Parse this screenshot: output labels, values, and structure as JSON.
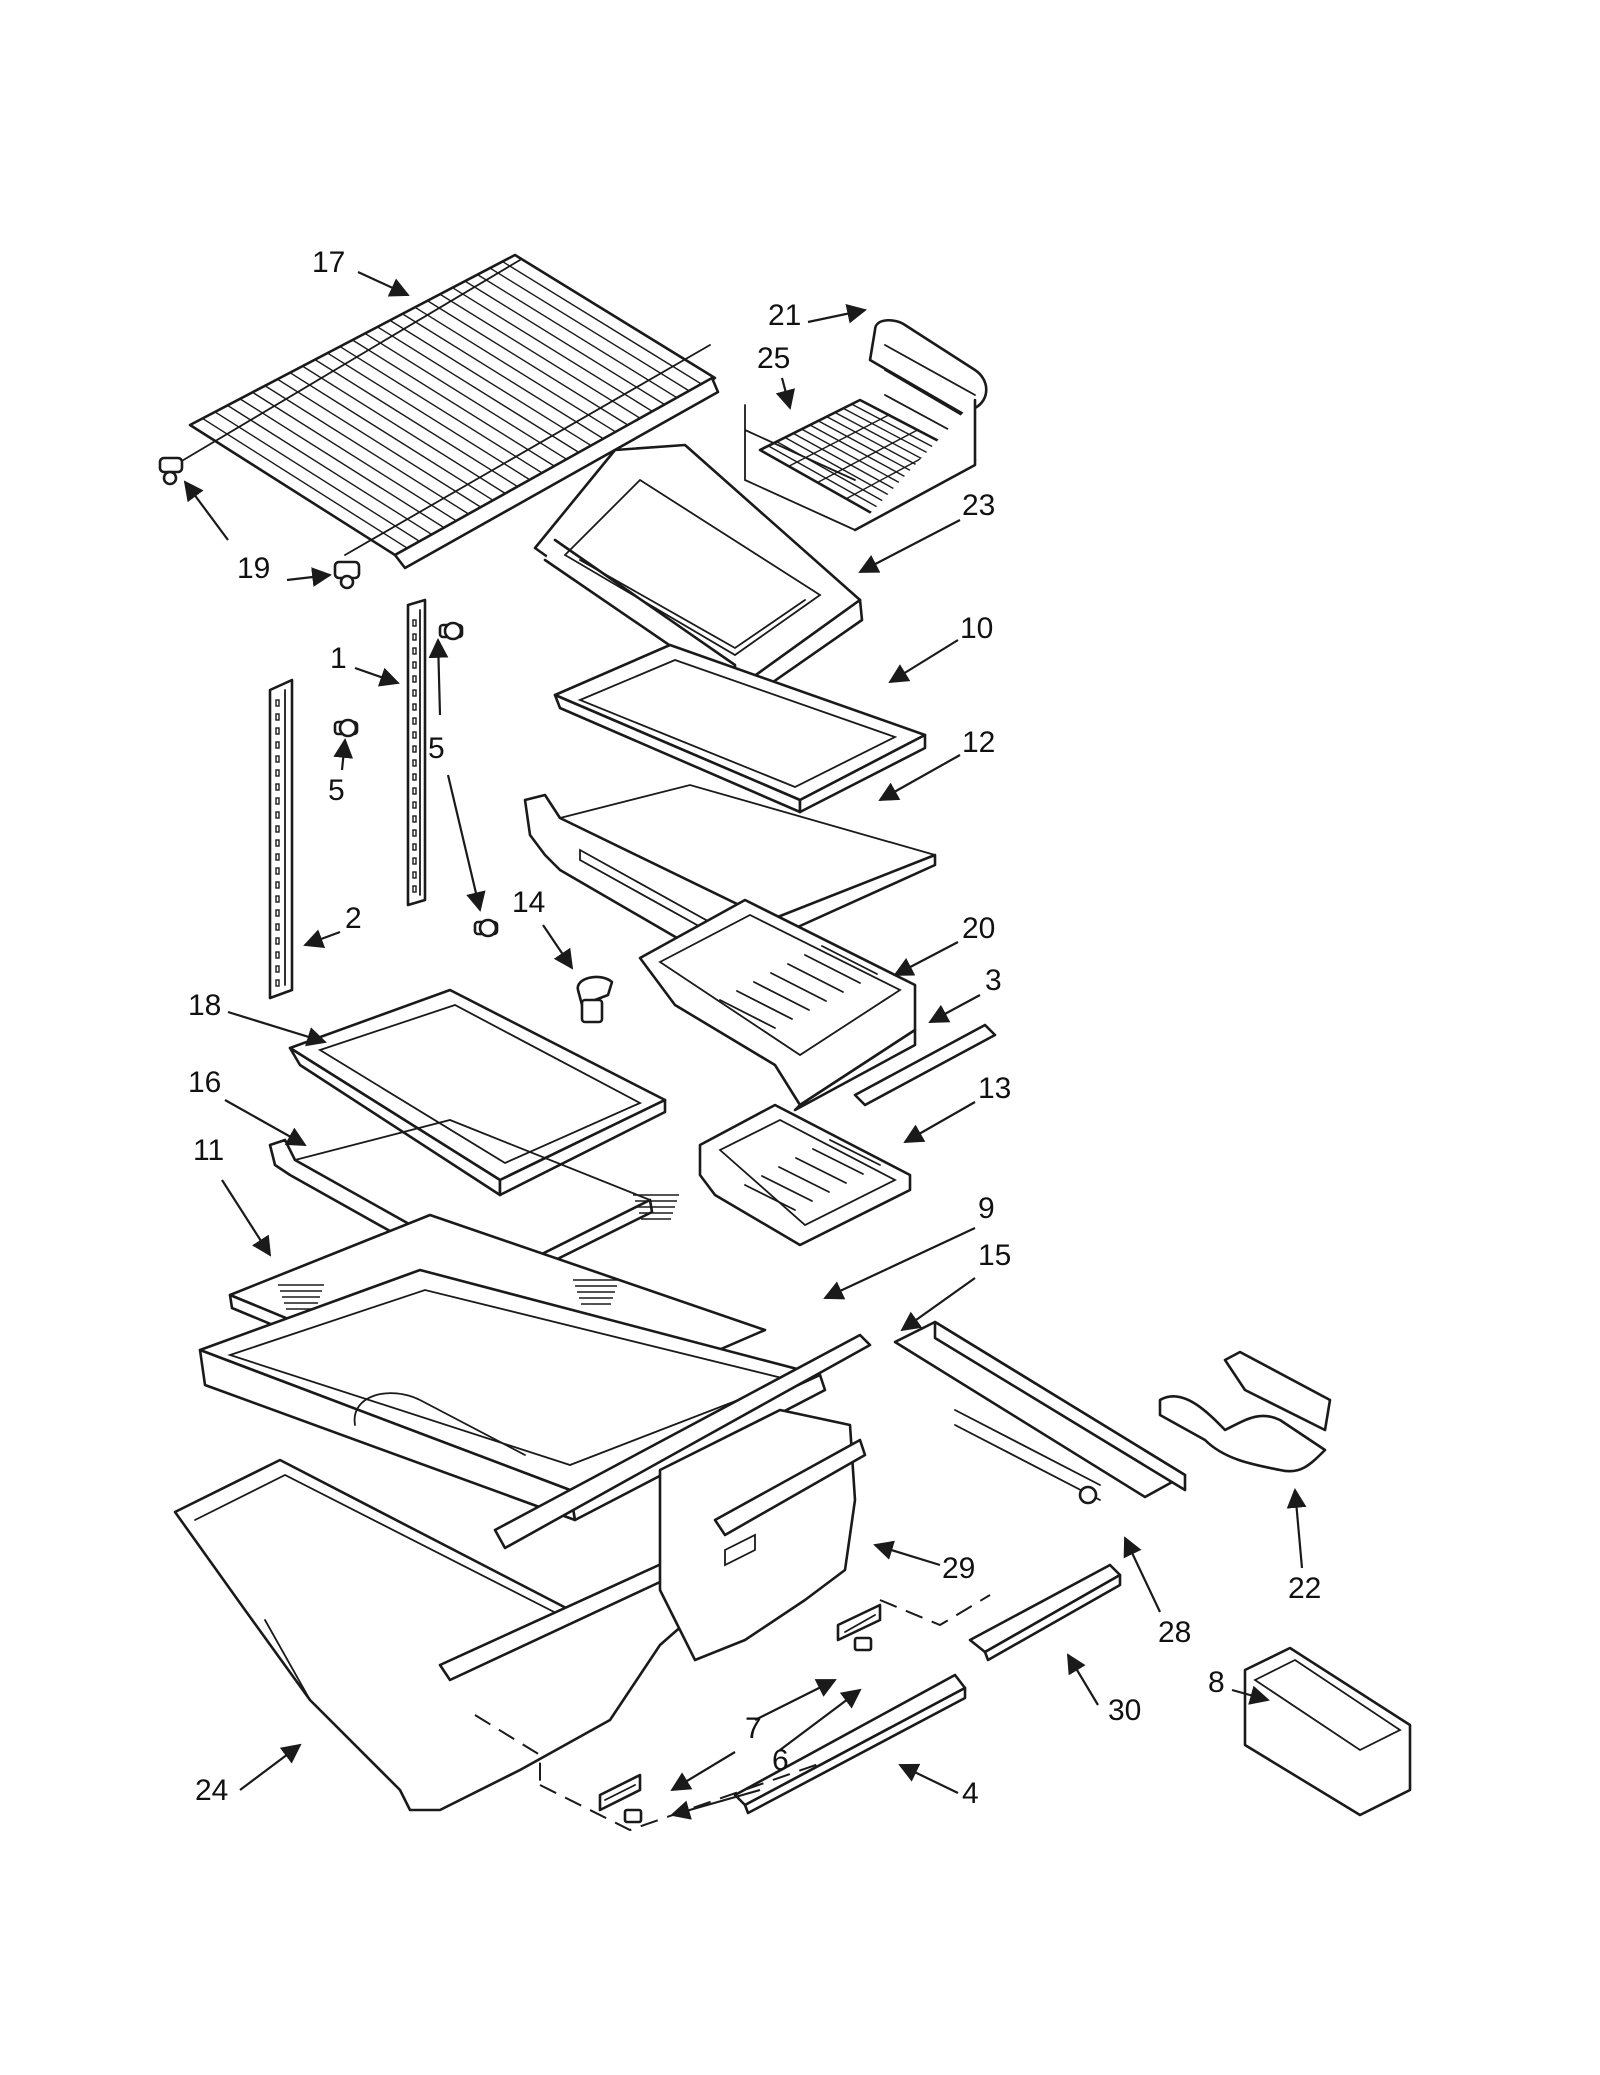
{
  "diagram": {
    "line_color": "#1a1a1a",
    "background": "#ffffff",
    "callouts": [
      {
        "id": "c17",
        "label": "17"
      },
      {
        "id": "c21",
        "label": "21"
      },
      {
        "id": "c25",
        "label": "25"
      },
      {
        "id": "c23",
        "label": "23"
      },
      {
        "id": "c19",
        "label": "19"
      },
      {
        "id": "c10",
        "label": "10"
      },
      {
        "id": "c1",
        "label": "1"
      },
      {
        "id": "c5a",
        "label": "5"
      },
      {
        "id": "c5b",
        "label": "5"
      },
      {
        "id": "c12",
        "label": "12"
      },
      {
        "id": "c2",
        "label": "2"
      },
      {
        "id": "c14",
        "label": "14"
      },
      {
        "id": "c20",
        "label": "20"
      },
      {
        "id": "c3",
        "label": "3"
      },
      {
        "id": "c18",
        "label": "18"
      },
      {
        "id": "c13",
        "label": "13"
      },
      {
        "id": "c16",
        "label": "16"
      },
      {
        "id": "c11",
        "label": "11"
      },
      {
        "id": "c9",
        "label": "9"
      },
      {
        "id": "c15",
        "label": "15"
      },
      {
        "id": "c29",
        "label": "29"
      },
      {
        "id": "c22",
        "label": "22"
      },
      {
        "id": "c28",
        "label": "28"
      },
      {
        "id": "c30",
        "label": "30"
      },
      {
        "id": "c8",
        "label": "8"
      },
      {
        "id": "c7",
        "label": "7"
      },
      {
        "id": "c6",
        "label": "6"
      },
      {
        "id": "c24",
        "label": "24"
      },
      {
        "id": "c4",
        "label": "4"
      }
    ]
  }
}
